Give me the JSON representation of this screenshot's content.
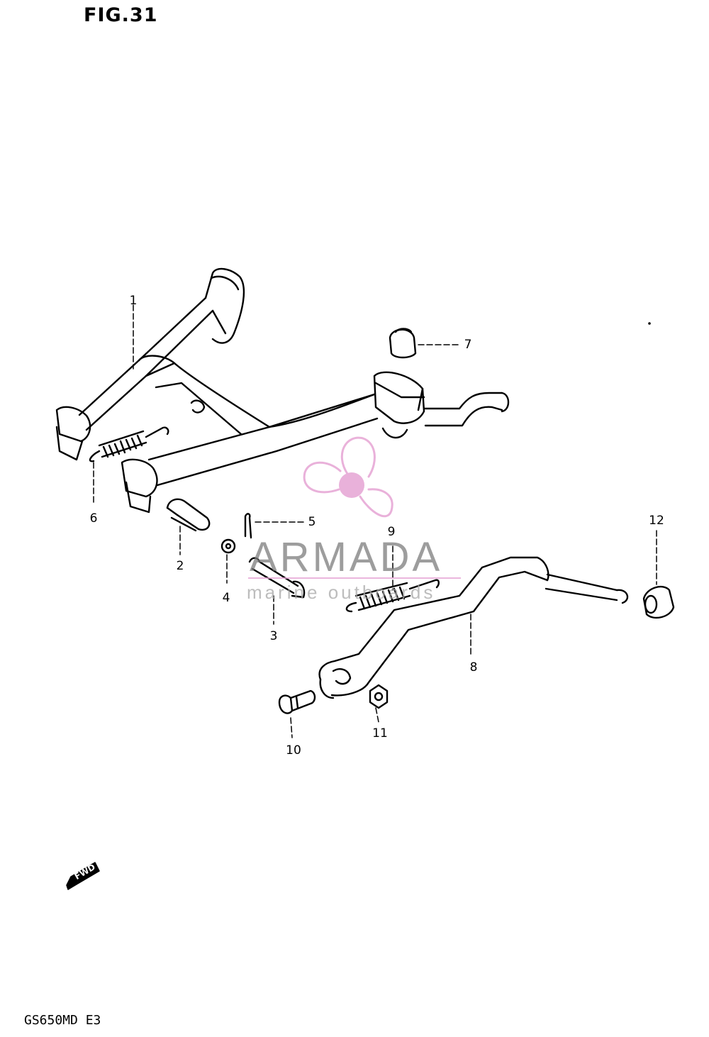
{
  "figure": {
    "title": "FIG.31",
    "model_code": "GS650MD E3"
  },
  "parts": [
    {
      "number": "1"
    },
    {
      "number": "2"
    },
    {
      "number": "3"
    },
    {
      "number": "4"
    },
    {
      "number": "5"
    },
    {
      "number": "6"
    },
    {
      "number": "7"
    },
    {
      "number": "8"
    },
    {
      "number": "9"
    },
    {
      "number": "10"
    },
    {
      "number": "11"
    },
    {
      "number": "12"
    }
  ],
  "fwd_marker": {
    "text": "FWD"
  },
  "watermark": {
    "name": "ARMADA",
    "tagline": "marine outboards",
    "color": "#e6a4d4"
  }
}
